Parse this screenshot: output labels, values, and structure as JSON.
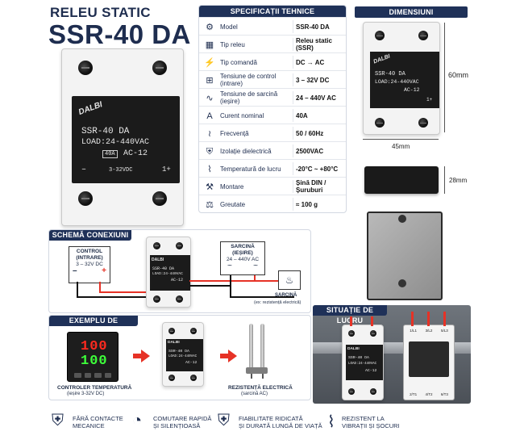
{
  "title": {
    "line1": "RELEU STATIC",
    "line2": "SSR-40 DA"
  },
  "device": {
    "brand": "DALBI",
    "model": "SSR-40 DA",
    "load": "LOAD:24-440VAC",
    "current_badge": "40A",
    "type_code": "AC-12",
    "control_line": "3-32VDC",
    "terminal_minus": "–",
    "terminal_plus": "1+"
  },
  "specs": {
    "header": "SPECIFICAȚII TEHNICE",
    "rows": [
      {
        "icon": "gear-icon",
        "glyph": "⚙",
        "label": "Model",
        "value": "SSR-40 DA"
      },
      {
        "icon": "chip-icon",
        "glyph": "▦",
        "label": "Tip releu",
        "value": "Releu static (SSR)"
      },
      {
        "icon": "bolt-icon",
        "glyph": "⚡",
        "label": "Tip comandă",
        "value": "DC → AC"
      },
      {
        "icon": "plus-box-icon",
        "glyph": "⊞",
        "label": "Tensiune de control (intrare)",
        "value": "3 – 32V DC"
      },
      {
        "icon": "wave-icon",
        "glyph": "∿",
        "label": "Tensiune de sarcină (ieșire)",
        "value": "24 – 440V AC"
      },
      {
        "icon": "ampere-icon",
        "glyph": "A",
        "label": "Curent nominal",
        "value": "40A"
      },
      {
        "icon": "pulse-icon",
        "glyph": "≀",
        "label": "Frecvență",
        "value": "50 / 60Hz"
      },
      {
        "icon": "shield-icon",
        "glyph": "⛨",
        "label": "Izolație dielectrică",
        "value": "2500VAC"
      },
      {
        "icon": "thermometer-icon",
        "glyph": "⌇",
        "label": "Temperatură de lucru",
        "value": "-20°C ~ +80°C"
      },
      {
        "icon": "wrench-icon",
        "glyph": "⚒",
        "label": "Montare",
        "value": "Șină DIN / Șuruburi"
      },
      {
        "icon": "weight-icon",
        "glyph": "⚖",
        "label": "Greutate",
        "value": "≈ 100 g"
      }
    ]
  },
  "dimensions": {
    "header": "DIMENSIUNI",
    "height": "60mm",
    "width": "45mm",
    "depth": "28mm"
  },
  "wiring": {
    "header": "SCHEMĂ CONEXIUNI",
    "control_label": "CONTROL (INTRARE)",
    "control_voltage": "3 – 32V DC",
    "minus": "–",
    "plus": "+",
    "load_label": "SARCINĂ (IEȘIRE)",
    "load_voltage": "24 – 440V AC",
    "ac_a": "~",
    "ac_b": "~",
    "sink_label": "SARCINĂ",
    "sink_example": "(ex: rezistență electrică)"
  },
  "application": {
    "header": "EXEMPLU DE APLICAȚIE",
    "display_top": "100",
    "display_bottom": "100",
    "controller_label": "CONTROLER TEMPERATURĂ",
    "controller_sub": "(ieșire 3-32V DC)",
    "heater_label": "REZISTENȚĂ ELECTRICĂ",
    "heater_sub": "(sarcină AC)"
  },
  "situation": {
    "header": "SITUAȚIE DE LUCRU",
    "contactor_top": [
      "1/L1",
      "3/L2",
      "5/L3"
    ],
    "contactor_bottom": [
      "2/T1",
      "4/T2",
      "6/T3"
    ]
  },
  "features": [
    {
      "icon": "shield-check-icon",
      "line1": "FĂRĂ CONTACTE",
      "line2": "MECANICE"
    },
    {
      "icon": "speedometer-icon",
      "line1": "COMUTARE RAPIDĂ",
      "line2": "ȘI SILENȚIOASĂ"
    },
    {
      "icon": "shield-lightning-icon",
      "line1": "FIABILITATE RIDICATĂ",
      "line2": "ȘI DURATĂ LUNGĂ DE VIAȚĂ"
    },
    {
      "icon": "thermometer-icon",
      "line1": "REZISTENT LA",
      "line2": "VIBRAȚII ȘI ȘOCURI"
    }
  ],
  "colors": {
    "navy": "#1f3158",
    "accent_red": "#e63226",
    "wire_black": "#111111"
  }
}
